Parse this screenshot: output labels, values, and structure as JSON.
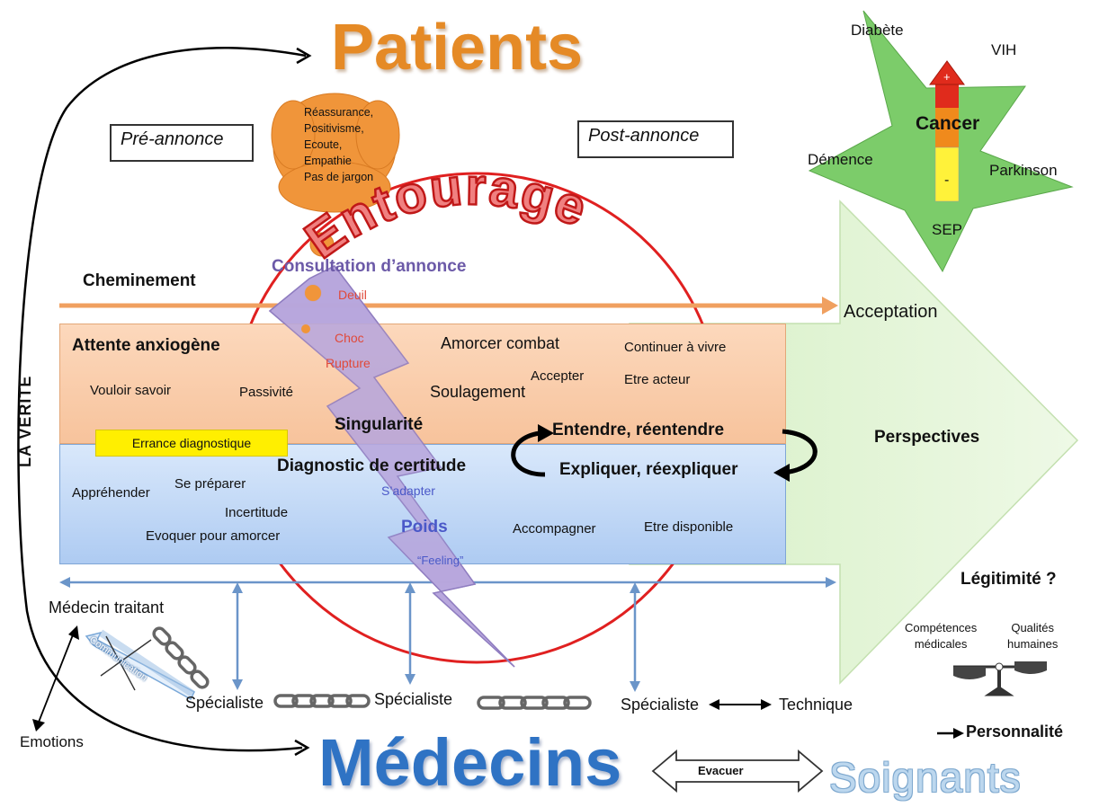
{
  "titles": {
    "patients": "Patients",
    "medecins": "Médecins",
    "soignants": "Soignants",
    "entourage": "Entourage"
  },
  "boxes": {
    "pre_annonce": "Pré-annonce",
    "post_annonce": "Post-annonce"
  },
  "cloud": {
    "lines": "Réassurance,\nPositivisme,\nEcoute,\nEmpathie\nPas de jargon"
  },
  "star": {
    "diabete": "Diabète",
    "vih": "VIH",
    "cancer": "Cancer",
    "demence": "Démence",
    "parkinson": "Parkinson",
    "sep": "SEP",
    "plus": "+",
    "minus": "-"
  },
  "left": {
    "la_verite": "LA VERITE",
    "medecin_traitant": "Médecin traitant",
    "emotions": "Emotions",
    "communication": "Communication"
  },
  "path": {
    "cheminement": "Cheminement",
    "acceptation": "Acceptation",
    "consultation": "Consultation d’annonce"
  },
  "lightning": {
    "deuil": "Deuil",
    "choc": "Choc",
    "rupture": "Rupture",
    "singularite": "Singularité",
    "sadapter": "S’adapter",
    "poids": "Poids",
    "feeling": "“Feeling”"
  },
  "orange": {
    "attente": "Attente anxiogène",
    "vouloir_savoir": "Vouloir savoir",
    "passivite": "Passivité",
    "amorcer_combat": "Amorcer combat",
    "soulagement": "Soulagement",
    "accepter": "Accepter",
    "continuer": "Continuer à vivre",
    "etre_acteur": "Etre acteur",
    "errance": "Errance diagnostique"
  },
  "blue": {
    "diagnostic": "Diagnostic de certitude",
    "entendre": "Entendre, réentendre",
    "expliquer": "Expliquer, réexpliquer",
    "apprehender": "Appréhender",
    "se_preparer": "Se préparer",
    "incertitude": "Incertitude",
    "evoquer": "Evoquer pour amorcer",
    "accompagner": "Accompagner",
    "etre_disponible": "Etre disponible"
  },
  "right": {
    "perspectives": "Perspectives",
    "legitimite": "Légitimité ?",
    "competences": "Compétences\nmédicales",
    "qualites": "Qualités\nhumaines",
    "personnalite": "Personnalité"
  },
  "bottom": {
    "specialiste1": "Spécialiste",
    "specialiste2": "Spécialiste",
    "specialiste3": "Spécialiste",
    "technique": "Technique",
    "evacuer": "Evacuer"
  },
  "colors": {
    "orange": "#e58a26",
    "blue": "#2f73c4",
    "green": "#b9e3a5",
    "star": "#7ccc6a",
    "lightning": "#b8a7dd",
    "circle": "#e02020"
  }
}
